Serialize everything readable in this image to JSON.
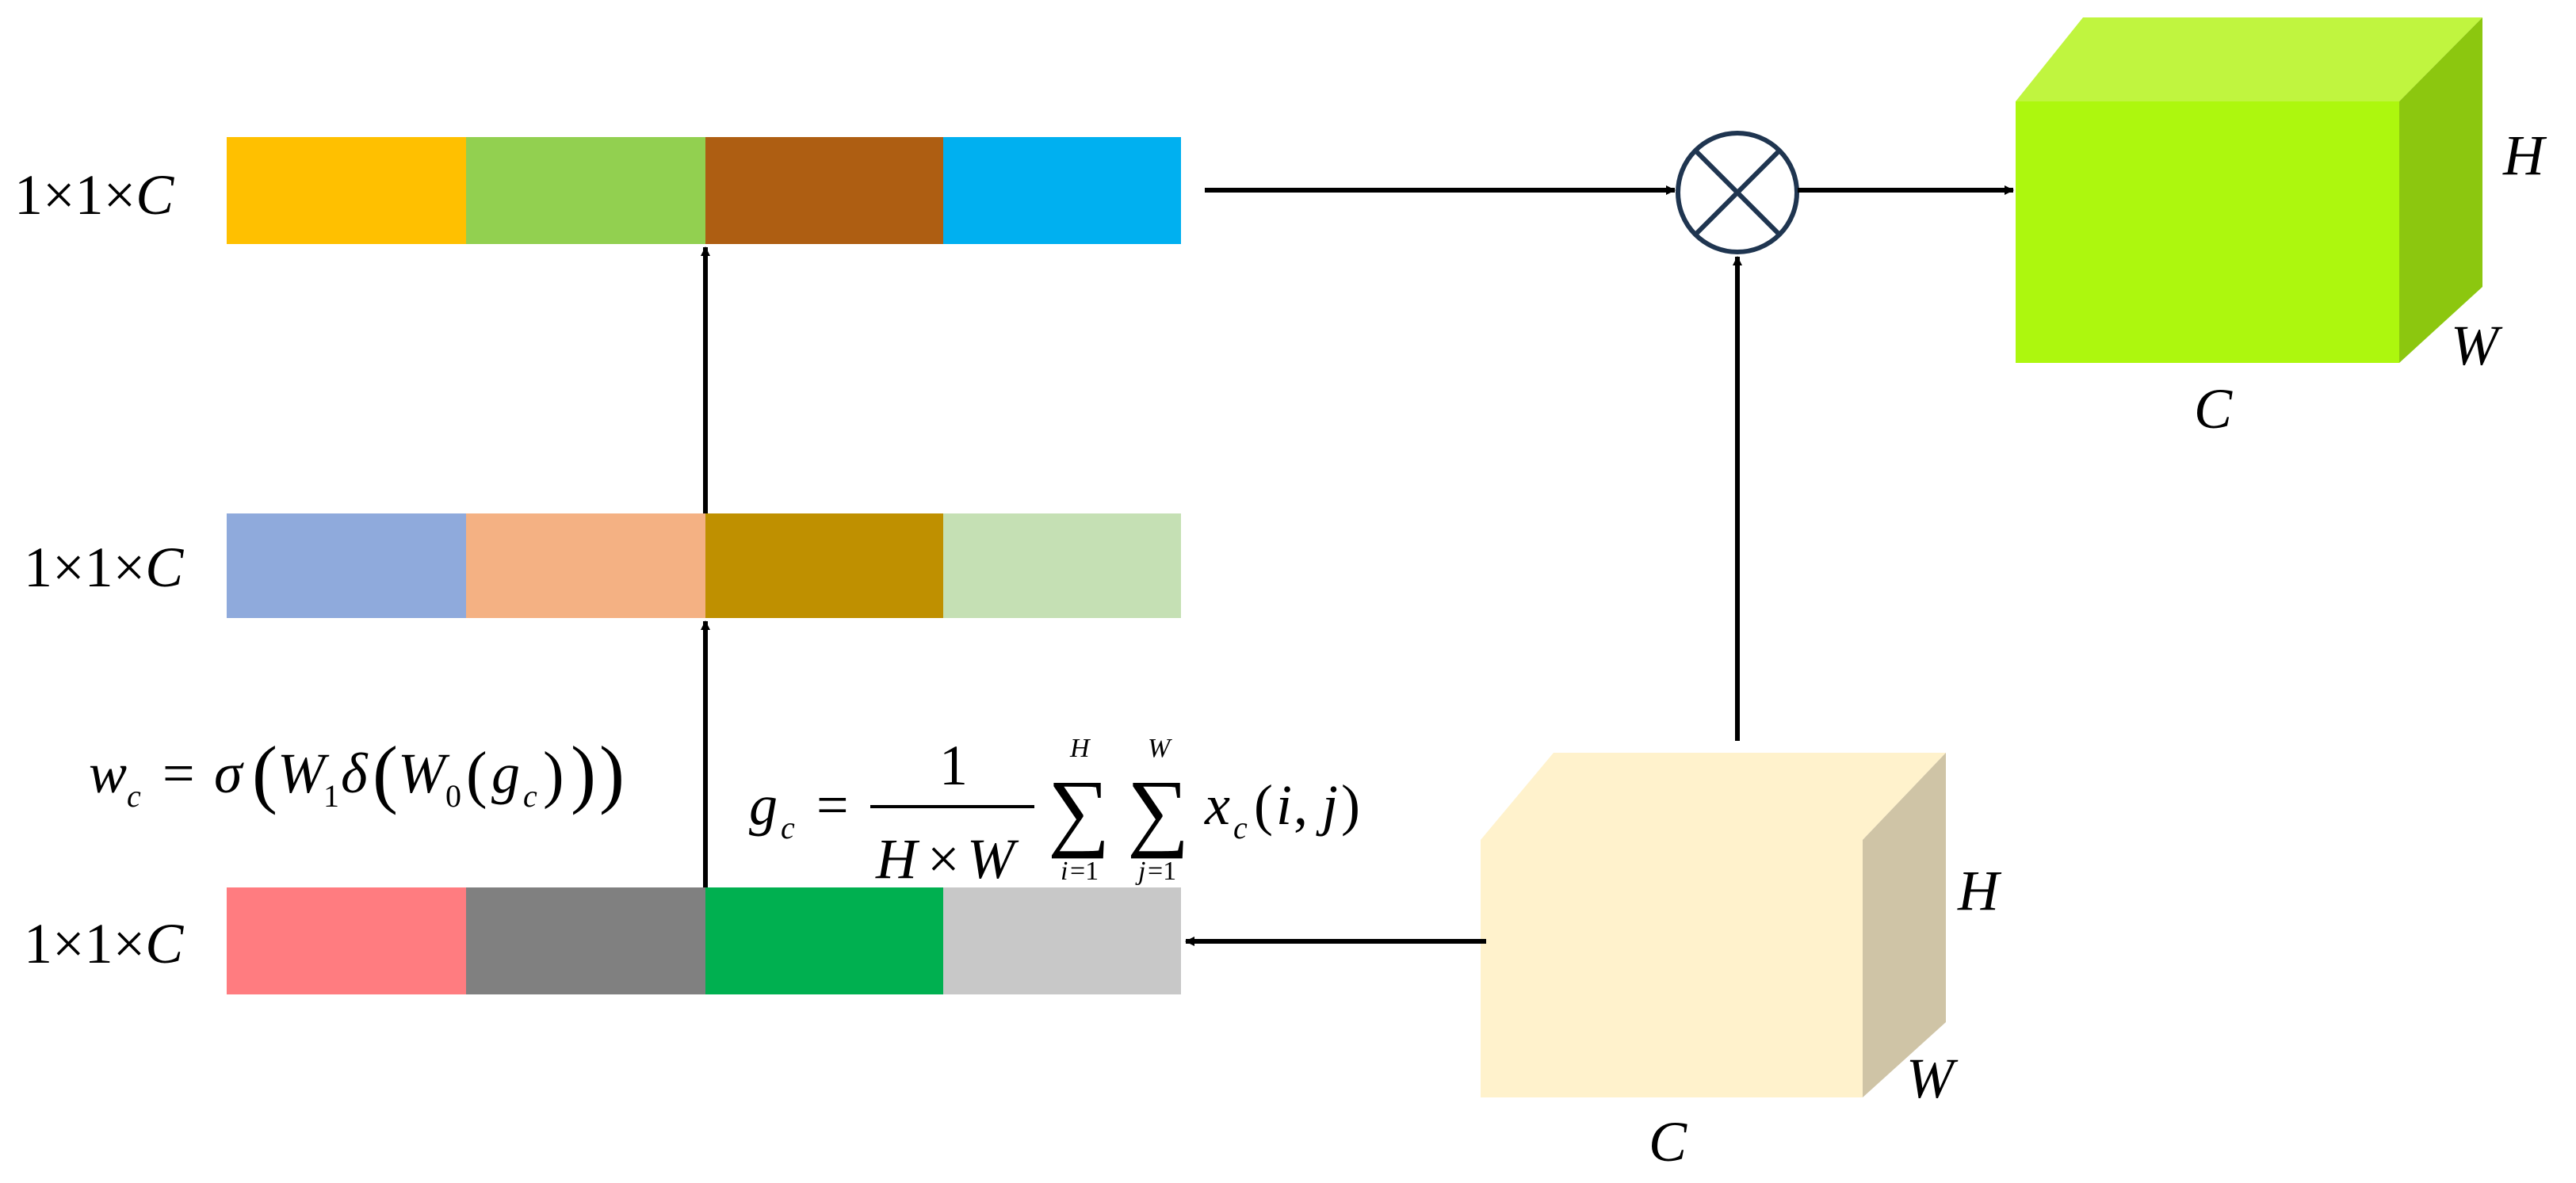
{
  "vectors": {
    "top": {
      "label": "1×1×C",
      "colors": [
        "#FFC000",
        "#92D050",
        "#AE5E12",
        "#00B0F0"
      ]
    },
    "middle": {
      "label": "1×1×C",
      "colors": [
        "#8FAADC",
        "#F4B183",
        "#BF9000",
        "#C5E0B4"
      ]
    },
    "bottom": {
      "label": "1×1×C",
      "colors": [
        "#FF7C80",
        "#808080",
        "#00B050",
        "#C8C8C8"
      ]
    }
  },
  "equations": {
    "excitation": "w_c = σ(W_1 δ(W_0(g_c)))",
    "squeeze": "g_c = 1/(H×W) Σ_{i=1}^{H} Σ_{j=1}^{W} x_c(i, j)"
  },
  "input_cube": {
    "front_color": "#FFF2CC",
    "top_color": "#FFF2CC",
    "side_color": "#CFC4A6",
    "label_h": "H",
    "label_w": "W",
    "label_c": "C"
  },
  "output_cube": {
    "front_color": "#ADF70E",
    "top_color": "#C0F53F",
    "side_color": "#8CC70F",
    "label_h": "H",
    "label_w": "W",
    "label_c": "C"
  },
  "operator": {
    "symbol": "multiply-circle",
    "stroke_color": "#1F3550"
  }
}
